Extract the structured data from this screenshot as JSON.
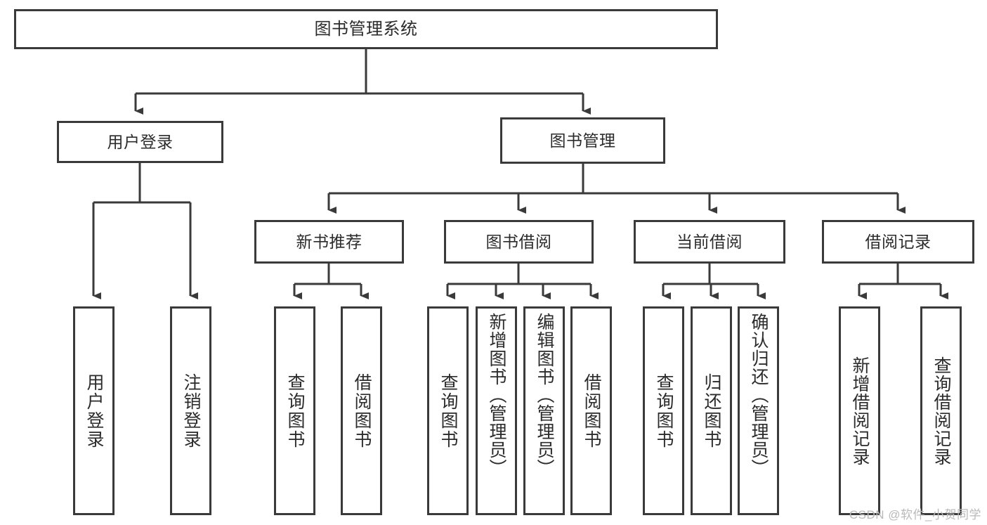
{
  "diagram": {
    "title": "图书管理系统",
    "type": "tree-hierarchy",
    "watermark": "CSDN @软件_小贺同学",
    "colors": {
      "line": "#3a3a3a",
      "box_border": "#3a3a3a",
      "box_fill": "#ffffff",
      "text": "#2b2b2b",
      "watermark": "#b9b9b9"
    },
    "root": {
      "id": "root",
      "label": "图书管理系统"
    },
    "level1": [
      {
        "id": "user-login",
        "label": "用户登录"
      },
      {
        "id": "book-manage",
        "label": "图书管理"
      }
    ],
    "level2": [
      {
        "id": "new-book-rec",
        "label": "新书推荐",
        "parent": "book-manage"
      },
      {
        "id": "book-borrow",
        "label": "图书借阅",
        "parent": "book-manage"
      },
      {
        "id": "current-borrow",
        "label": "当前借阅",
        "parent": "book-manage"
      },
      {
        "id": "borrow-record",
        "label": "借阅记录",
        "parent": "book-manage"
      }
    ],
    "leaves": {
      "user_login": [
        {
          "id": "leaf-user-login",
          "label": "用户登录"
        },
        {
          "id": "leaf-logout",
          "label": "注销登录"
        }
      ],
      "new_book_rec": [
        {
          "id": "leaf-query-book-1",
          "label": "查询图书"
        },
        {
          "id": "leaf-borrow-book-1",
          "label": "借阅图书"
        }
      ],
      "book_borrow": [
        {
          "id": "leaf-query-book-2",
          "label": "查询图书"
        },
        {
          "id": "leaf-add-book",
          "label": "新增图书（管理员）"
        },
        {
          "id": "leaf-edit-book",
          "label": "编辑图书（管理员）"
        },
        {
          "id": "leaf-borrow-book-2",
          "label": "借阅图书"
        }
      ],
      "current_borrow": [
        {
          "id": "leaf-query-book-3",
          "label": "查询图书"
        },
        {
          "id": "leaf-return-book",
          "label": "归还图书"
        },
        {
          "id": "leaf-confirm-return",
          "label": "确认归还（管理员）"
        }
      ],
      "borrow_record": [
        {
          "id": "leaf-add-record",
          "label": "新增借阅记录"
        },
        {
          "id": "leaf-query-record",
          "label": "查询借阅记录"
        }
      ]
    }
  }
}
